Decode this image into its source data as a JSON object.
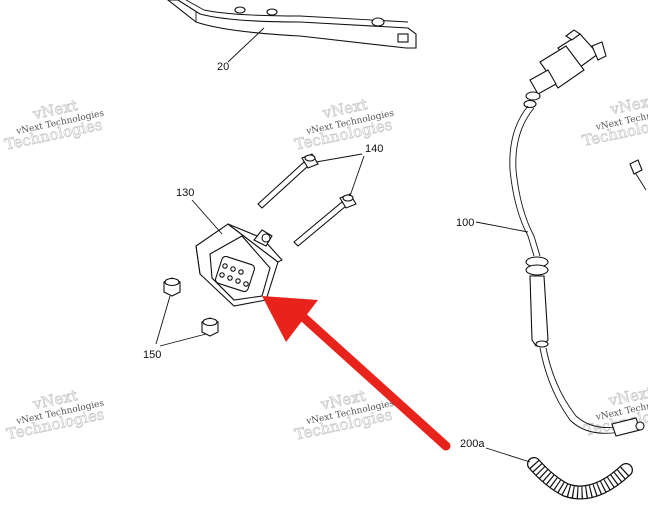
{
  "watermark": {
    "small": "vNext Technologies",
    "big": "Technologies",
    "overlay": "vNext"
  },
  "callouts": {
    "p20": "20",
    "p140": "140",
    "p130": "130",
    "p100": "100",
    "p150": "150",
    "p200a": "200a"
  },
  "colors": {
    "line": "#111111",
    "arrow": "#e8231b",
    "watermark": "#c9c9c9"
  }
}
